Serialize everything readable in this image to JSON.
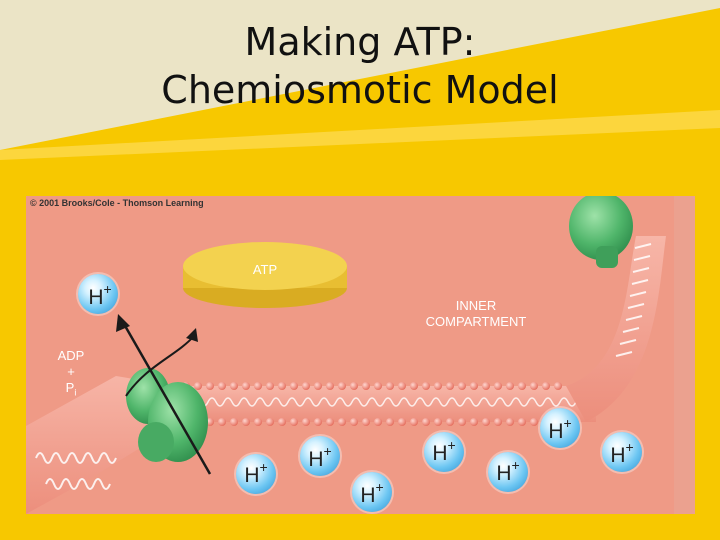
{
  "title_line1": "Making ATP:",
  "title_line2": "Chemiosmotic Model",
  "credit": "© 2001 Brooks/Cole - Thomson Learning",
  "labels": {
    "atp": "ATP",
    "inner_line1": "INNER",
    "inner_line2": "COMPARTMENT",
    "adp_line1": "ADP",
    "adp_line2": "+",
    "pi_base": "P",
    "pi_sub": "i"
  },
  "ion": {
    "base": "H",
    "charge": "+"
  },
  "colors": {
    "slide_bg": "#f7c800",
    "compartment": "#ef9a86",
    "membrane": "#f6b2a4",
    "atp_disc": "#f3d24f",
    "atp_synthase": "#4fb56a",
    "ion": "#6cc6f2"
  }
}
